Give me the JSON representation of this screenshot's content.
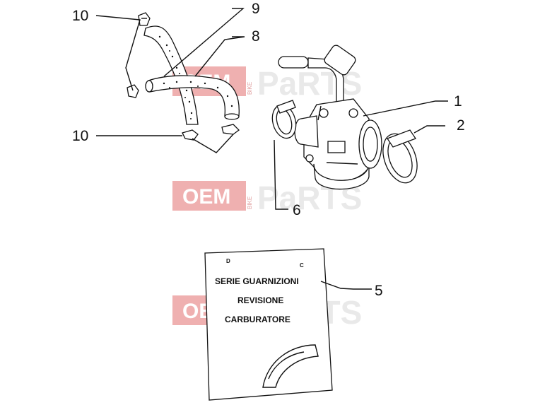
{
  "diagram": {
    "callouts": [
      {
        "id": "10a",
        "text": "10"
      },
      {
        "id": "9",
        "text": "9"
      },
      {
        "id": "8",
        "text": "8"
      },
      {
        "id": "10b",
        "text": "10"
      },
      {
        "id": "1",
        "text": "1"
      },
      {
        "id": "2",
        "text": "2"
      },
      {
        "id": "6",
        "text": "6"
      },
      {
        "id": "5",
        "text": "5"
      }
    ],
    "card_lines": [
      "SERIE GUARNIZIONI",
      "REVISIONE",
      "CARBURATORE"
    ],
    "card_markers": [
      "D",
      "C"
    ]
  },
  "watermark": {
    "oem": "OEM",
    "bike": "BIKE",
    "parts": "PaRTS",
    "color": "#e26d6d"
  }
}
